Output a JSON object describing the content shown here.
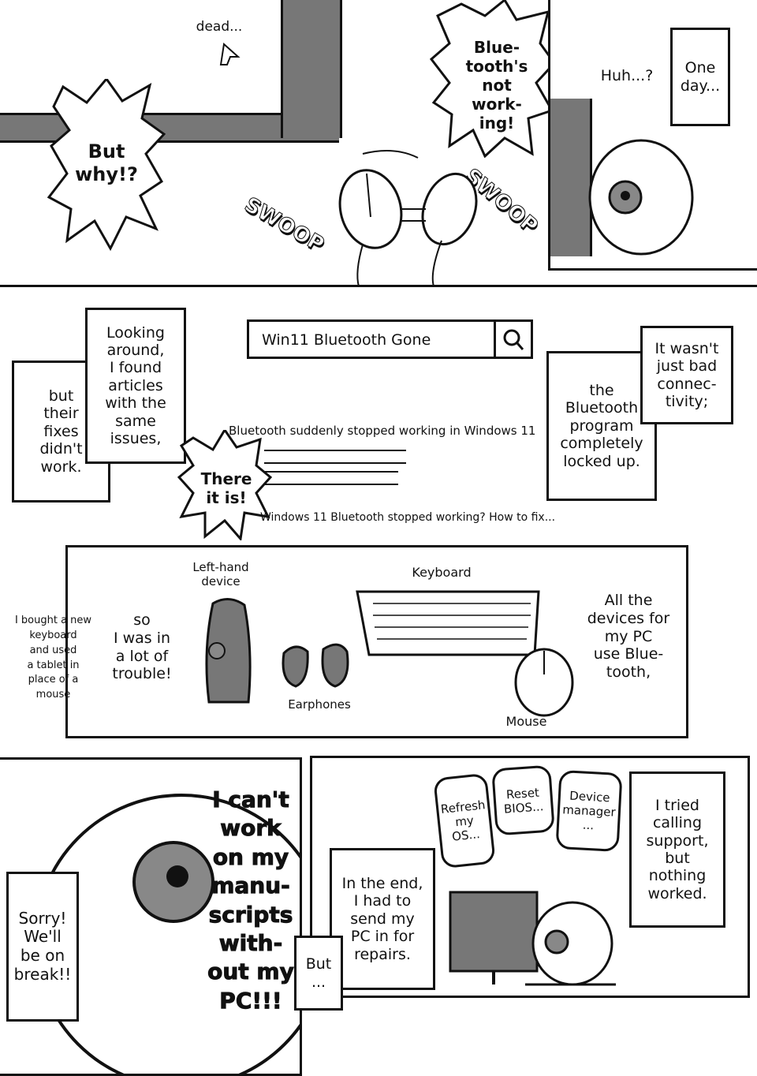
{
  "panel1": {
    "dead_label": "dead...",
    "but_why": "But\nwhy!?",
    "bt_not_working": "Blue-\ntooth's\nnot\nwork-\ning!",
    "huh": "Huh...?",
    "one_day": "One\nday...",
    "swoop_left": "SWOOP",
    "swoop_right": "SWOOP"
  },
  "panel2": {
    "looking_around": "Looking\naround,\nI found\narticles\nwith the\nsame\nissues,",
    "but_fixes": "but\ntheir\nfixes\ndidn't\nwork.",
    "search_query": "Win11 Bluetooth Gone",
    "result_1": "Bluetooth suddenly stopped working in Windows 11",
    "result_2": "Windows 11 Bluetooth stopped working? How to fix...",
    "there_it_is": "There\nit is!",
    "wasnt_bad": "It wasn't\njust bad\nconnec-\ntivity;",
    "bt_program": "the\nBluetooth\nprogram\ncompletely\nlocked up."
  },
  "panel3": {
    "bought_keyboard": "I bought a new\nkeyboard\nand used\na tablet in\nplace of a\nmouse",
    "lot_of_trouble": "so\nI was in\na lot of\ntrouble!",
    "left_hand_label": "Left-hand\ndevice",
    "earphones_label": "Earphones",
    "keyboard_label": "Keyboard",
    "mouse_label": "Mouse",
    "all_devices": "All the\ndevices for\nmy PC\nuse Blue-\ntooth,"
  },
  "panel4": {
    "cant_work": "I can't\nwork\non my\nmanu-\nscripts\nwith-\nout my\nPC!!!",
    "sorry": "Sorry!\nWe'll\nbe on\nbreak!!"
  },
  "panel5": {
    "refresh": "Refresh\nmy\nOS...",
    "reset_bios": "Reset\nBIOS...",
    "device_manager": "Device\nmanager\n...",
    "tried_support": "I tried\ncalling\nsupport,\nbut\nnothing\nworked.",
    "in_the_end": "In the end,\nI had to\nsend my\nPC in for\nrepairs.",
    "but": "But\n..."
  },
  "colors": {
    "ink": "#111111",
    "tone": "#777777",
    "paper": "#ffffff"
  },
  "icons": {
    "search": "magnifier-icon",
    "cursor": "arrow-cursor-icon"
  }
}
